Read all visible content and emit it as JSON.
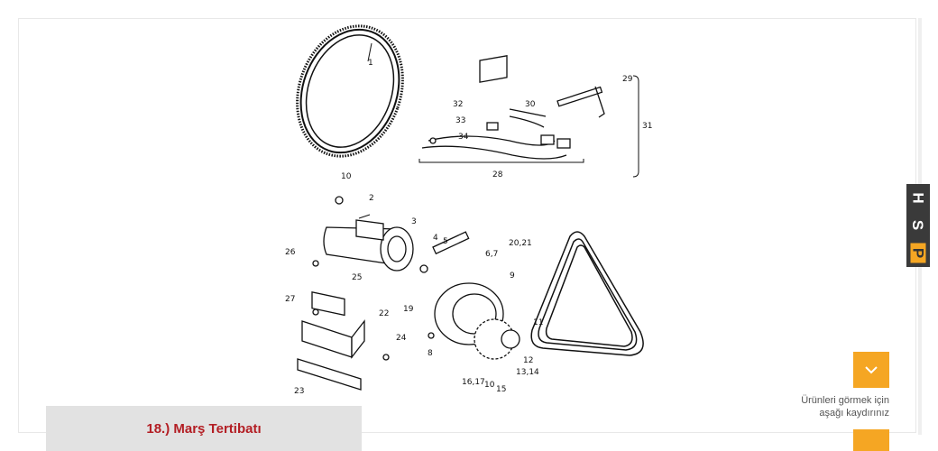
{
  "caption": "18.) Marş Tertibatı",
  "scroll_hint": {
    "line1": "Ürünleri görmek için",
    "line2": "aşağı kaydırınız"
  },
  "logo": {
    "letters": [
      "H",
      "S",
      "P"
    ]
  },
  "part_labels": [
    "1",
    "29",
    "32",
    "30",
    "33",
    "31",
    "34",
    "28",
    "10",
    "2",
    "3",
    "4",
    "5",
    "6,7",
    "20,21",
    "26",
    "25",
    "9",
    "27",
    "19",
    "22",
    "11",
    "24",
    "8",
    "12",
    "13,14",
    "16,17",
    "10",
    "15",
    "23"
  ],
  "colors": {
    "accent": "#f5a623",
    "caption_text": "#b31e24",
    "caption_bg": "#e2e2e2"
  },
  "icons": {
    "scroll_button": "chevron-down-icon"
  }
}
